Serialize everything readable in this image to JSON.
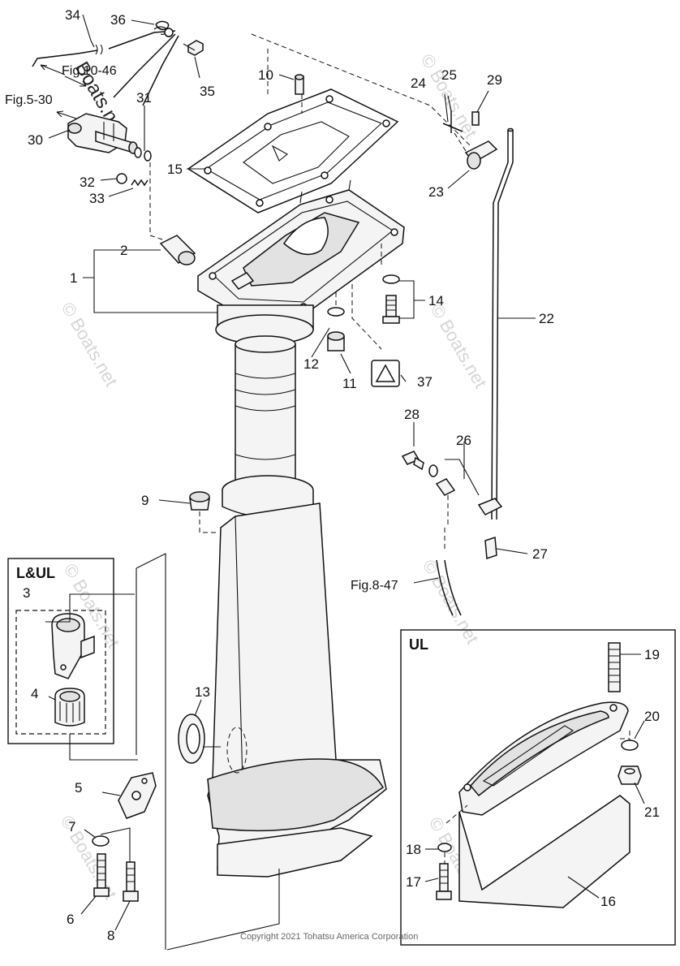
{
  "diagram": {
    "part_labels": {
      "p1": "1",
      "p2": "2",
      "p3": "3",
      "p4": "4",
      "p5": "5",
      "p6": "6",
      "p7": "7",
      "p8": "8",
      "p9": "9",
      "p10": "10",
      "p11": "11",
      "p12": "12",
      "p13": "13",
      "p14": "14",
      "p15": "15",
      "p16": "16",
      "p17": "17",
      "p18": "18",
      "p19": "19",
      "p20": "20",
      "p21": "21",
      "p22": "22",
      "p23": "23",
      "p24": "24",
      "p25": "25",
      "p26": "26",
      "p27": "27",
      "p28": "28",
      "p29": "29",
      "p30": "30",
      "p31": "31",
      "p32": "32",
      "p33": "33",
      "p34": "34",
      "p35": "35",
      "p36": "36",
      "p37": "37"
    },
    "figure_refs": {
      "fig_10_46": "Fig.10-46",
      "fig_5_30": "Fig.5-30",
      "fig_8_47": "Fig.8-47"
    },
    "boxes": {
      "lul_title": "L&UL",
      "ul_title": "UL"
    },
    "watermark": {
      "brand": "© Boats.net",
      "brand_large": "Boats.net"
    },
    "copyright": "Copyright 2021 Tohatsu America Corporation"
  }
}
